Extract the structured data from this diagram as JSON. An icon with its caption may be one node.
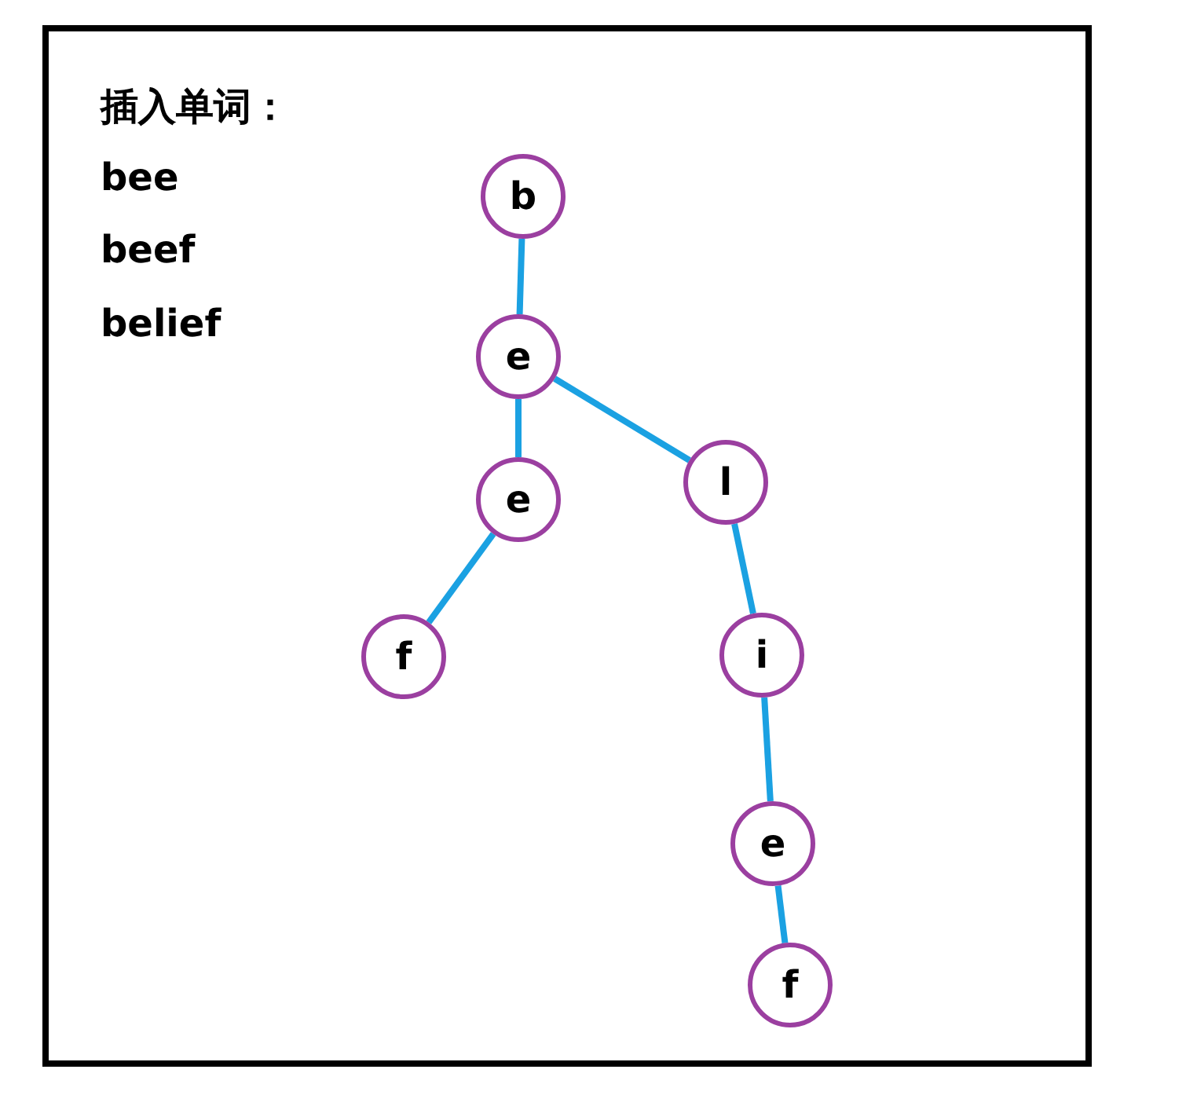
{
  "diagram": {
    "nodes": [
      {
        "text": [
          "b"
        ]
      },
      {
        "text": [
          "e"
        ]
      },
      {
        "text": [
          "e"
        ]
      },
      {
        "text": [
          "f"
        ]
      },
      {
        "text": [
          "l"
        ]
      },
      {
        "text": [
          "i"
        ]
      },
      {
        "text": [
          "e"
        ]
      },
      {
        "text": [
          "f"
        ]
      }
    ],
    "edges": [
      {
        "from": 0,
        "to": 1,
        "arrow": "none"
      },
      {
        "from": 1,
        "to": 2,
        "arrow": "none"
      },
      {
        "from": 1,
        "to": 4,
        "arrow": "none"
      },
      {
        "from": 2,
        "to": 3,
        "arrow": "none"
      },
      {
        "from": 4,
        "to": 5,
        "arrow": "none"
      },
      {
        "from": 5,
        "to": 6,
        "arrow": "none"
      },
      {
        "from": 6,
        "to": 7,
        "arrow": "none"
      }
    ],
    "labels": [
      "插入单词：",
      "bee",
      "beef",
      "belief"
    ]
  }
}
